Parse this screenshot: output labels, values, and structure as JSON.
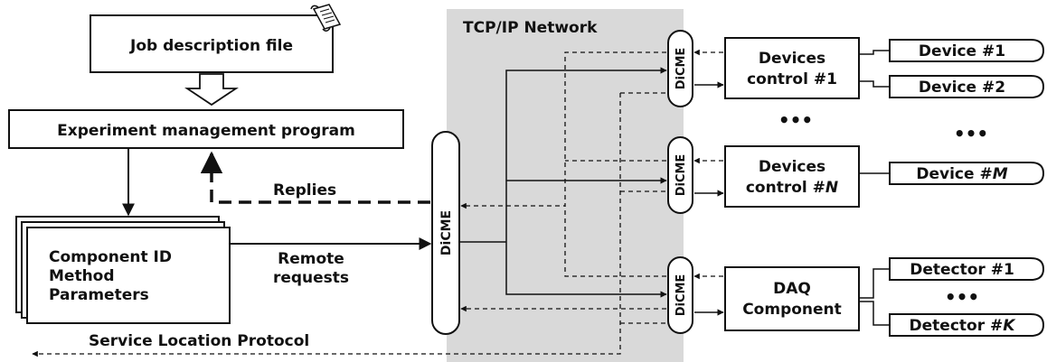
{
  "network_label": "TCP/IP Network",
  "job_file": "Job description file",
  "experiment_program": "Experiment management program",
  "component_lines": [
    "Component ID",
    "Method",
    "Parameters"
  ],
  "replies": "Replies",
  "remote_requests": [
    "Remote",
    "requests"
  ],
  "dicme": "DiCME",
  "devices_control_1": [
    "Devices",
    "control #1"
  ],
  "devices_control_n": [
    "Devices",
    "control #"
  ],
  "devices_control_n_var": "N",
  "daq_component": [
    "DAQ",
    "Component"
  ],
  "device_1": "Device #1",
  "device_2": "Device #2",
  "device_m": "Device #",
  "device_m_var": "M",
  "detector_1": "Detector #1",
  "detector_k": "Detector #",
  "detector_k_var": "K",
  "ellipsis": "•••",
  "service_location": "Service Location Protocol",
  "colors": {
    "network_bg": "#d9d9d9",
    "ink": "#111111",
    "box_fill": "#ffffff"
  },
  "icons": {
    "job_file": "scroll-icon",
    "flow_down": "hollow-down-arrow-icon"
  }
}
